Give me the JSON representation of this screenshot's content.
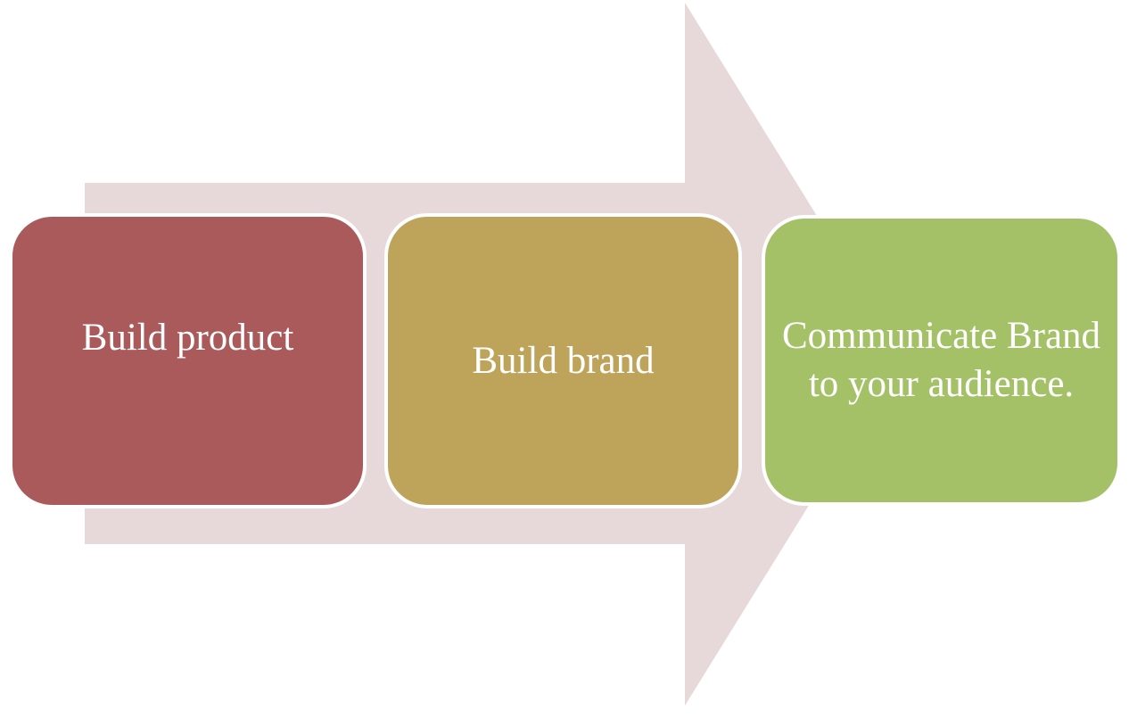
{
  "diagram": {
    "type": "process-arrow",
    "direction": "right",
    "steps": [
      {
        "label": "Build product",
        "color": "#ab5a5c"
      },
      {
        "label": "Build brand",
        "color": "#bea35a"
      },
      {
        "label": "Communicate Brand to your audience.",
        "color": "#a4c167"
      }
    ],
    "colors": {
      "background": "#ffffff",
      "arrow": "#e7d9d9",
      "step_text": "#ffffff",
      "step_border": "#ffffff"
    }
  }
}
